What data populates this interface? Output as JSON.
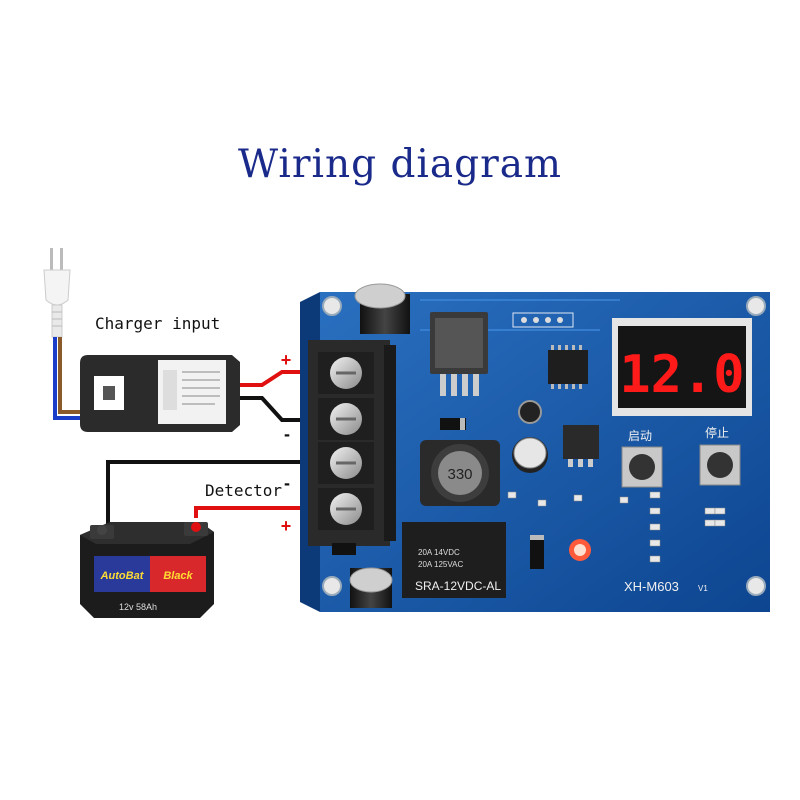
{
  "title": "Wiring diagram",
  "labels": {
    "charger_input": "Charger input",
    "detector": "Detector",
    "plus_top": "+",
    "minus_top": "-",
    "minus_bottom": "-",
    "plus_bottom": "+"
  },
  "display": {
    "value": "12.0",
    "color": "#ff1a1a"
  },
  "board": {
    "model": "XH-M603",
    "version": "V1",
    "inductor": "330",
    "relay_line1": "20A 14VDC",
    "relay_line2": "20A 125VAC",
    "relay_model": "SRA-12VDC-AL",
    "button_start": "启动",
    "button_stop": "停止",
    "color": "#1a5fb0"
  },
  "battery": {
    "brand_left": "AutoBat",
    "brand_right": "Black",
    "spec": "12v 58Ah"
  },
  "wire_colors": {
    "positive": "#e01010",
    "negative": "#111111"
  }
}
